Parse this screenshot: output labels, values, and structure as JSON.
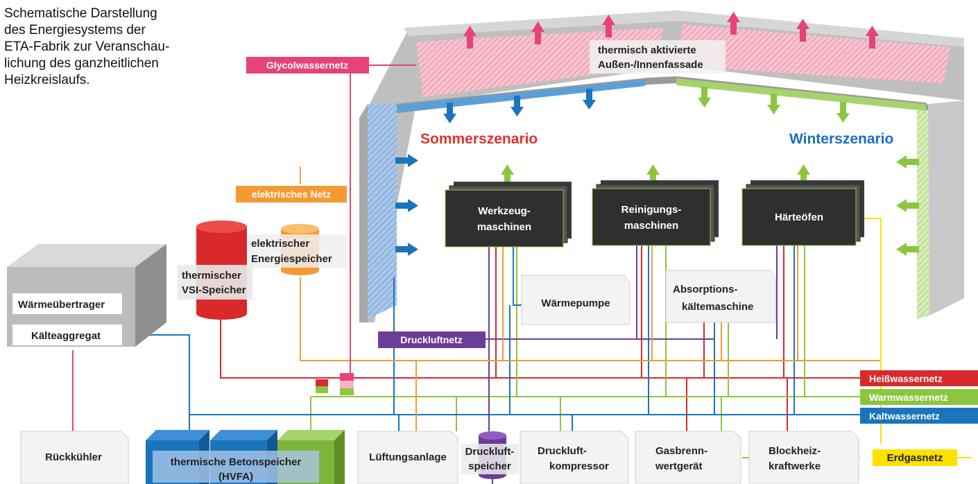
{
  "caption": [
    "Schematische Darstellung",
    "des Energiesystems der",
    "ETA-Fabrik zur Veranschau-",
    "lichung des ganzheitlichen",
    "Heizkreislaufs."
  ],
  "facade": {
    "line1": "thermisch aktivierte",
    "line2": "Außen-/Innenfassade"
  },
  "scenarios": {
    "summer": "Sommerszenario",
    "winter": "Winterszenario"
  },
  "machines": {
    "werkzeug": [
      "Werkzeug-",
      "maschinen"
    ],
    "reinigung": [
      "Reinigungs-",
      "maschinen"
    ],
    "haerte": [
      "Härteöfen"
    ]
  },
  "storages": {
    "vsi": [
      "thermischer",
      "VSI-Speicher"
    ],
    "elektrisch": [
      "elektrischer",
      "Energiespeicher"
    ],
    "beton": [
      "thermische Betonspeicher",
      "(HVFA)"
    ],
    "druckluft": [
      "Druckluft-",
      "speicher"
    ]
  },
  "units": {
    "waermeuebertrager": "Wärmeübertrager",
    "kaelteaggregat": "Kälteaggregat",
    "waermepumpe": "Wärmepumpe",
    "absorption": [
      "Absorptions-",
      "kältemaschine"
    ],
    "rueckkuehler": "Rückkühler",
    "lueftung": "Lüftungsanlage",
    "kompressor": [
      "Druckluft-",
      "kompressor"
    ],
    "gasbrenn": [
      "Gasbrenn-",
      "wertgerät"
    ],
    "bhkw": [
      "Blockheiz-",
      "kraftwerke"
    ]
  },
  "networks": {
    "glycol": "Glycolwassernetz",
    "elektrisch": "elektrisches Netz",
    "druckluft": "Druckluftnetz",
    "heiss": "Heißwassernetz",
    "warm": "Warmwassernetz",
    "kalt": "Kaltwassernetz",
    "erdgas": "Erdgasnetz"
  },
  "colors": {
    "glycol": "#e6437a",
    "elektrisch": "#f59a32",
    "druckluft": "#6a3d97",
    "heiss": "#d9292b",
    "warm": "#8cc63f",
    "kalt": "#1a75bb",
    "erdgas": "#ffe100",
    "summer_title": "#e5302b",
    "winter_title": "#1a6fbf"
  }
}
